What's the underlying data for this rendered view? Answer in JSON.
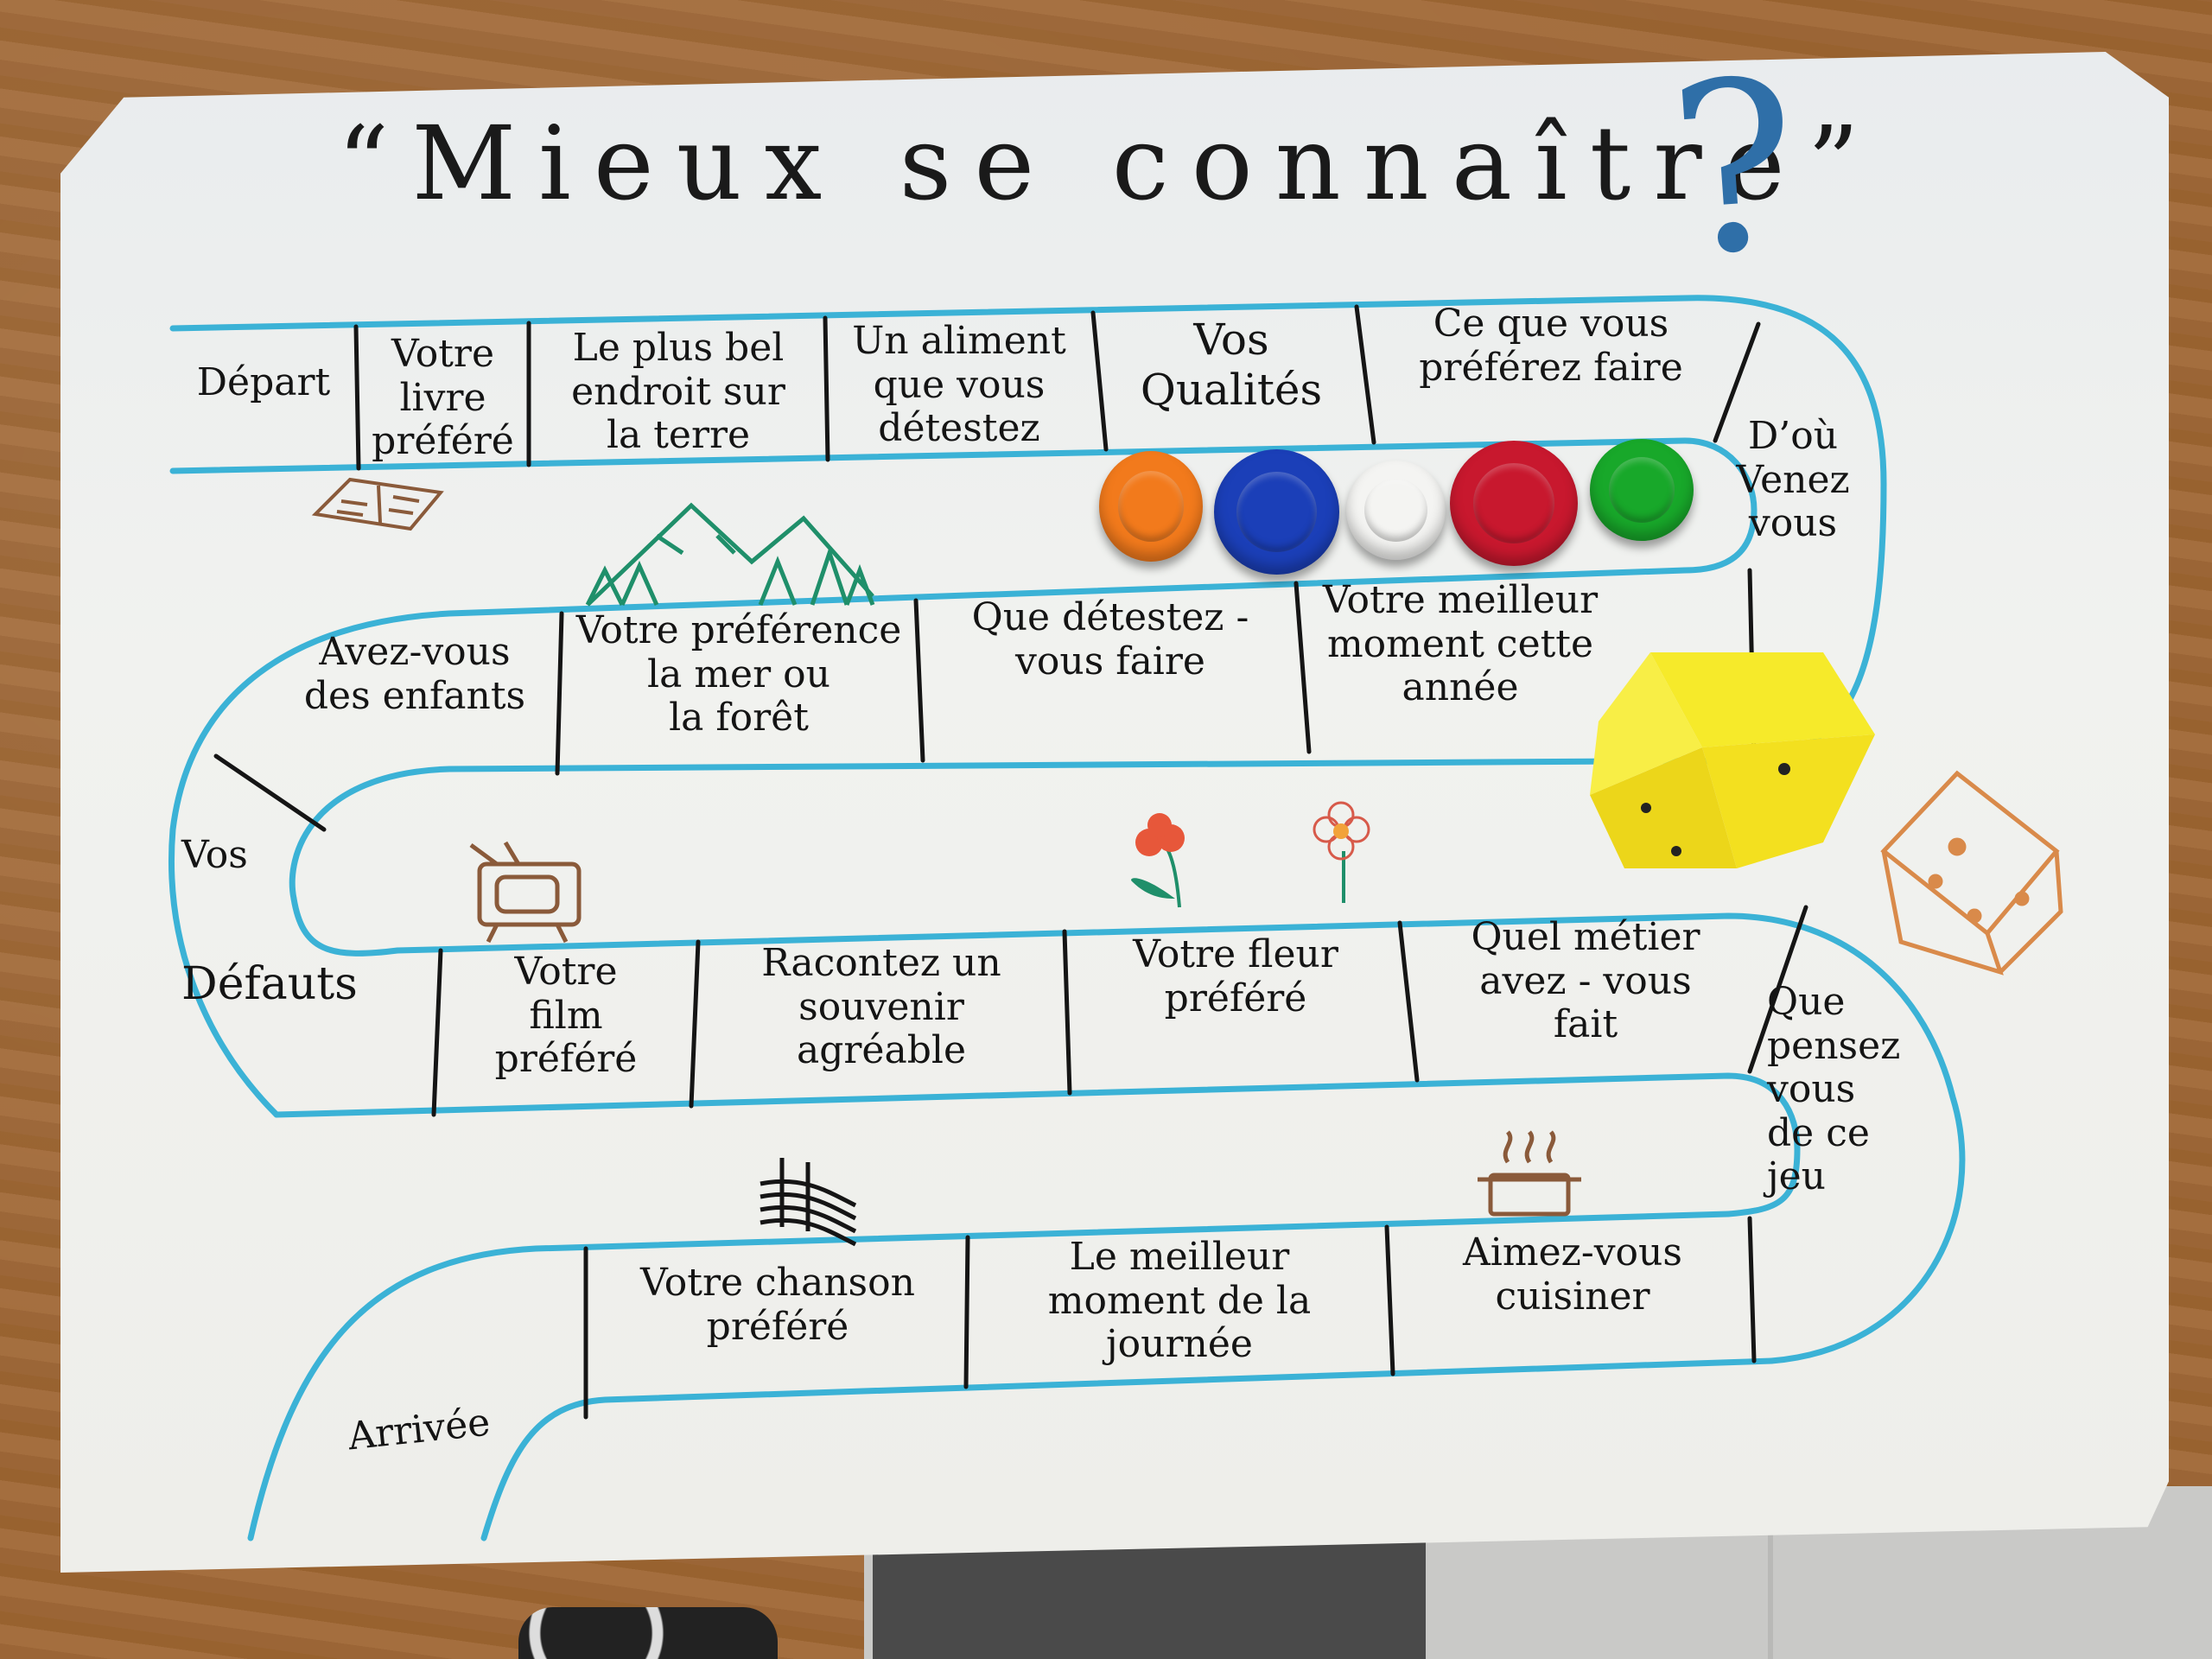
{
  "board": {
    "title": "“Mieux se connaître”",
    "question_mark": "?",
    "start_label": "Départ",
    "end_label": "Arrivée",
    "cells": [
      {
        "id": "c1",
        "text": "Votre\nlivre\npréféré"
      },
      {
        "id": "c2",
        "text": "Le plus bel\nendroit sur\nla terre"
      },
      {
        "id": "c3",
        "text": "Un aliment\nque vous\ndétestez"
      },
      {
        "id": "c4",
        "text": "Vos\nQualités"
      },
      {
        "id": "c5",
        "text": "Ce que vous\npréférez faire"
      },
      {
        "id": "c6",
        "text": "D’où\nVenez\nvous"
      },
      {
        "id": "c7",
        "text": "Votre meilleur\nmoment cette\nannée"
      },
      {
        "id": "c8",
        "text": "Que détestez -\nvous faire"
      },
      {
        "id": "c9",
        "text": "Votre préférence\nla mer ou\nla forêt"
      },
      {
        "id": "c10",
        "text": "Avez-vous\ndes enfants"
      },
      {
        "id": "c11",
        "text": "Vos"
      },
      {
        "id": "c12",
        "text": "Défauts"
      },
      {
        "id": "c13",
        "text": "Votre\nfilm\npréféré"
      },
      {
        "id": "c14",
        "text": "Racontez un\nsouvenir\nagréable"
      },
      {
        "id": "c15",
        "text": "Votre fleur\npréféré"
      },
      {
        "id": "c16",
        "text": "Quel métier\navez - vous\nfait"
      },
      {
        "id": "c17",
        "text": "Que\npensez\nvous\nde ce\njeu"
      },
      {
        "id": "c18",
        "text": "Aimez-vous\ncuisiner"
      },
      {
        "id": "c19",
        "text": "Le meilleur\nmoment de la\njournée"
      },
      {
        "id": "c20",
        "text": "Votre chanson\npréféré"
      }
    ]
  },
  "pieces": [
    {
      "name": "orange-cap",
      "color": "#f27a1c"
    },
    {
      "name": "blue-cap",
      "color": "#1b3fb8"
    },
    {
      "name": "white-cap",
      "color": "#f4f4f2"
    },
    {
      "name": "red-cap",
      "color": "#c8182e"
    },
    {
      "name": "green-cap",
      "color": "#18a82a"
    }
  ],
  "die": {
    "color": "#f6e81e"
  },
  "colors": {
    "track": "#3bb2d6",
    "ink": "#151515",
    "qmark": "#2f6fa8",
    "drawing_brown": "#8a5a3a",
    "drawing_green": "#1f8f6a"
  },
  "icons": [
    "book-icon",
    "mountains-icon",
    "tv-icon",
    "flower-red-icon",
    "flower-white-icon",
    "music-icon",
    "cooking-pot-icon",
    "dice-drawing-icon"
  ]
}
